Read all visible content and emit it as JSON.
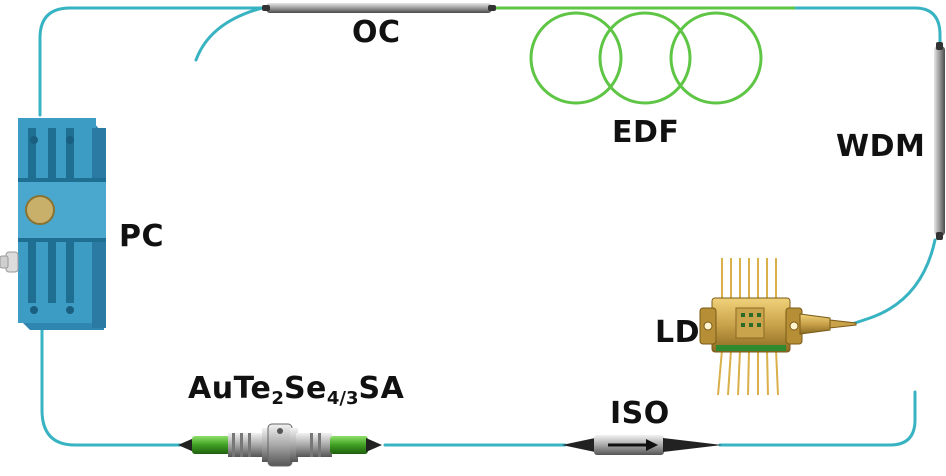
{
  "labels": {
    "oc": "OC",
    "edf": "EDF",
    "wdm": "WDM",
    "pc": "PC",
    "ld": "LD",
    "iso": "ISO",
    "sa": {
      "main1": "AuTe",
      "sub1": "2",
      "main2": "Se",
      "sub2": "4/3",
      "main3": "SA"
    }
  },
  "colors": {
    "fiber": "#38b3c1",
    "edf_fiber": "#5ec545",
    "pc_body": "#3d9cc4",
    "pc_dark": "#1f6f93",
    "ld_gold": "#c9a24a",
    "ld_pins": "#d9b04a",
    "coupler_grey": "#9a9a9a",
    "connector_green": "#4caf2a"
  }
}
